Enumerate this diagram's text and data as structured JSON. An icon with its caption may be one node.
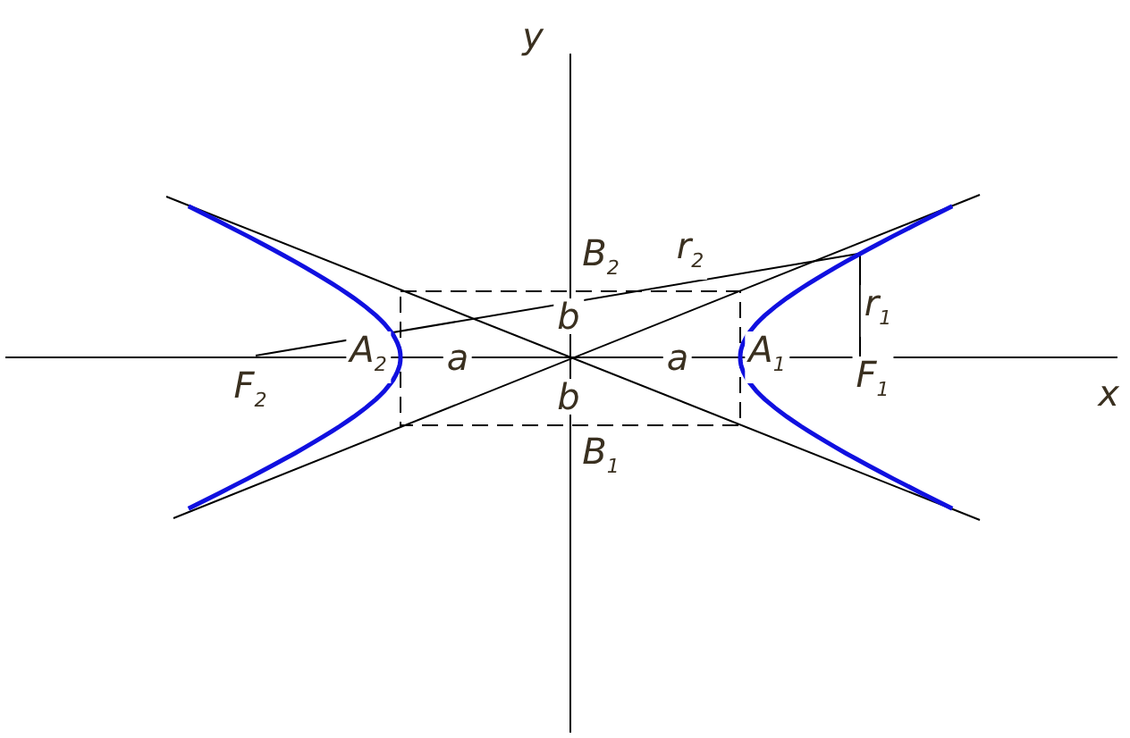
{
  "diagram": {
    "labels": [
      "y",
      "B$_{2}$",
      "r$_{2}$",
      "b",
      "A$_{2}$",
      "a",
      "a",
      "A$_{1}$",
      "r$_{1}$",
      "F$_{2}$",
      "b",
      "F$_{1}$",
      "x",
      "B$_{1}$"
    ]
  }
}
